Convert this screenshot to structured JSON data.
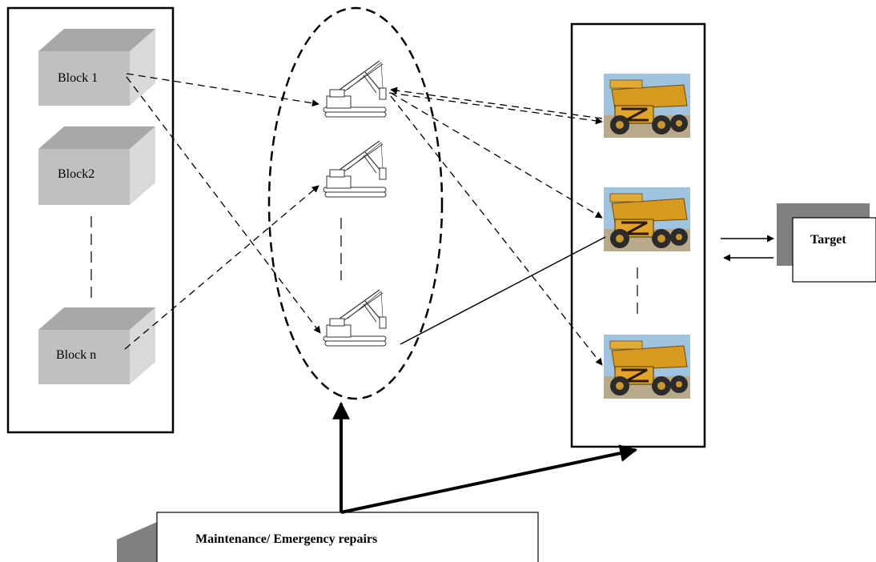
{
  "blocks": [
    {
      "label": "Block 1"
    },
    {
      "label": "Block2"
    },
    {
      "label": "Block n"
    }
  ],
  "target": {
    "label": "Target"
  },
  "maintenance": {
    "label": "Maintenance/ Emergency repairs"
  },
  "icons": {
    "shovel": "excavator-shovel-icon",
    "truck": "haul-truck-icon"
  },
  "colors": {
    "block_front": "#c0c0c0",
    "block_side": "#d9d9d9",
    "block_top": "#a8a8a8",
    "shadow": "#808080",
    "line": "#000000",
    "truck_body": "#d89a1c",
    "truck_sky": "#9fc4e0"
  }
}
